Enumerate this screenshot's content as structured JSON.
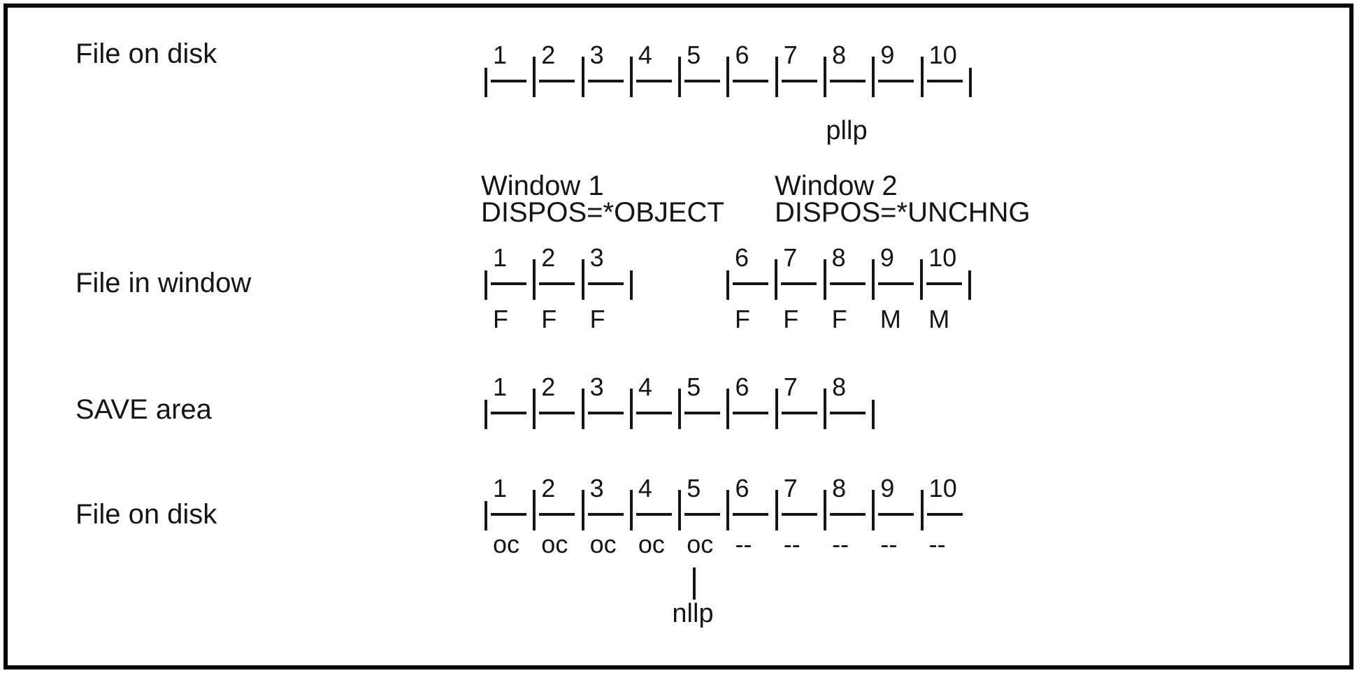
{
  "rows": [
    {
      "id": "disk-top",
      "label": "File on disk"
    },
    {
      "id": "file-in-window",
      "label": "File in window"
    },
    {
      "id": "save-area",
      "label": "SAVE area"
    },
    {
      "id": "disk-bottom",
      "label": "File on disk"
    }
  ],
  "window_headers": [
    {
      "id": "window1",
      "title": "Window 1",
      "dispos": "DISPOS=*OBJECT"
    },
    {
      "id": "window2",
      "title": "Window 2",
      "dispos": "DISPOS=*UNCHNG"
    }
  ],
  "rulers": {
    "disk_top": {
      "numbers": [
        "1",
        "2",
        "3",
        "4",
        "5",
        "6",
        "7",
        "8",
        "9",
        "10"
      ],
      "markers": [],
      "closing_bar": true
    },
    "window1": {
      "numbers": [
        "1",
        "2",
        "3"
      ],
      "markers": [
        "F",
        "F",
        "F"
      ],
      "closing_bar": true
    },
    "window2": {
      "numbers": [
        "6",
        "7",
        "8",
        "9",
        "10"
      ],
      "markers": [
        "F",
        "F",
        "F",
        "M",
        "M"
      ],
      "closing_bar": true
    },
    "save": {
      "numbers": [
        "1",
        "2",
        "3",
        "4",
        "5",
        "6",
        "7",
        "8"
      ],
      "markers": [],
      "closing_bar": true
    },
    "disk_bottom": {
      "numbers": [
        "1",
        "2",
        "3",
        "4",
        "5",
        "6",
        "7",
        "8",
        "9",
        "10"
      ],
      "markers": [
        "oc",
        "oc",
        "oc",
        "oc",
        "oc",
        "--",
        "--",
        "--",
        "--",
        "--"
      ],
      "closing_bar": false
    }
  },
  "annotations": {
    "pllp": "pllp",
    "nllp": "nllp"
  },
  "colors": {
    "ink": "#151515",
    "background": "#ffffff",
    "border": "#060606"
  }
}
